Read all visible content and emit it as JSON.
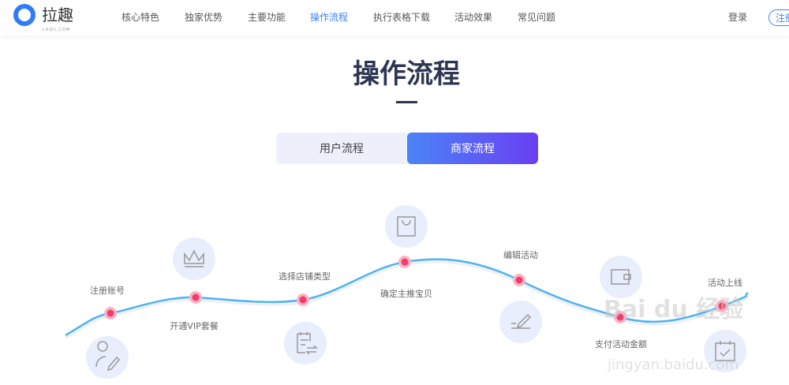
{
  "nav": {
    "logo_text": "拉趣",
    "logo_sub": "LAQU.COM",
    "items": [
      {
        "label": "核心特色",
        "active": false
      },
      {
        "label": "独家优势",
        "active": false
      },
      {
        "label": "主要功能",
        "active": false
      },
      {
        "label": "操作流程",
        "active": true
      },
      {
        "label": "执行表格下载",
        "active": false
      },
      {
        "label": "活动效果",
        "active": false
      },
      {
        "label": "常见问题",
        "active": false
      }
    ],
    "login": "登录",
    "register": "注册"
  },
  "section": {
    "title": "操作流程",
    "tabs": [
      {
        "label": "用户流程",
        "active": false
      },
      {
        "label": "商家流程",
        "active": true
      }
    ]
  },
  "steps": [
    {
      "label": "注册账号",
      "icon": "user-edit-icon"
    },
    {
      "label": "开通VIP套餐",
      "icon": "crown-icon"
    },
    {
      "label": "选择店铺类型",
      "icon": "clipboard-exchange-icon"
    },
    {
      "label": "确定主推宝贝",
      "icon": "shopping-bag-icon"
    },
    {
      "label": "编辑活动",
      "icon": "pencil-icon"
    },
    {
      "label": "支付活动金额",
      "icon": "wallet-icon"
    },
    {
      "label": "活动上线",
      "icon": "calendar-check-icon"
    }
  ],
  "colors": {
    "accent": "#3a82f7",
    "curve": "#4eb3f3",
    "dot": "#f23d6a",
    "icon_bg": "#e8eefc"
  },
  "watermark": {
    "text": "Bai du 经验",
    "url_text": "jingyan.baidu.com"
  }
}
